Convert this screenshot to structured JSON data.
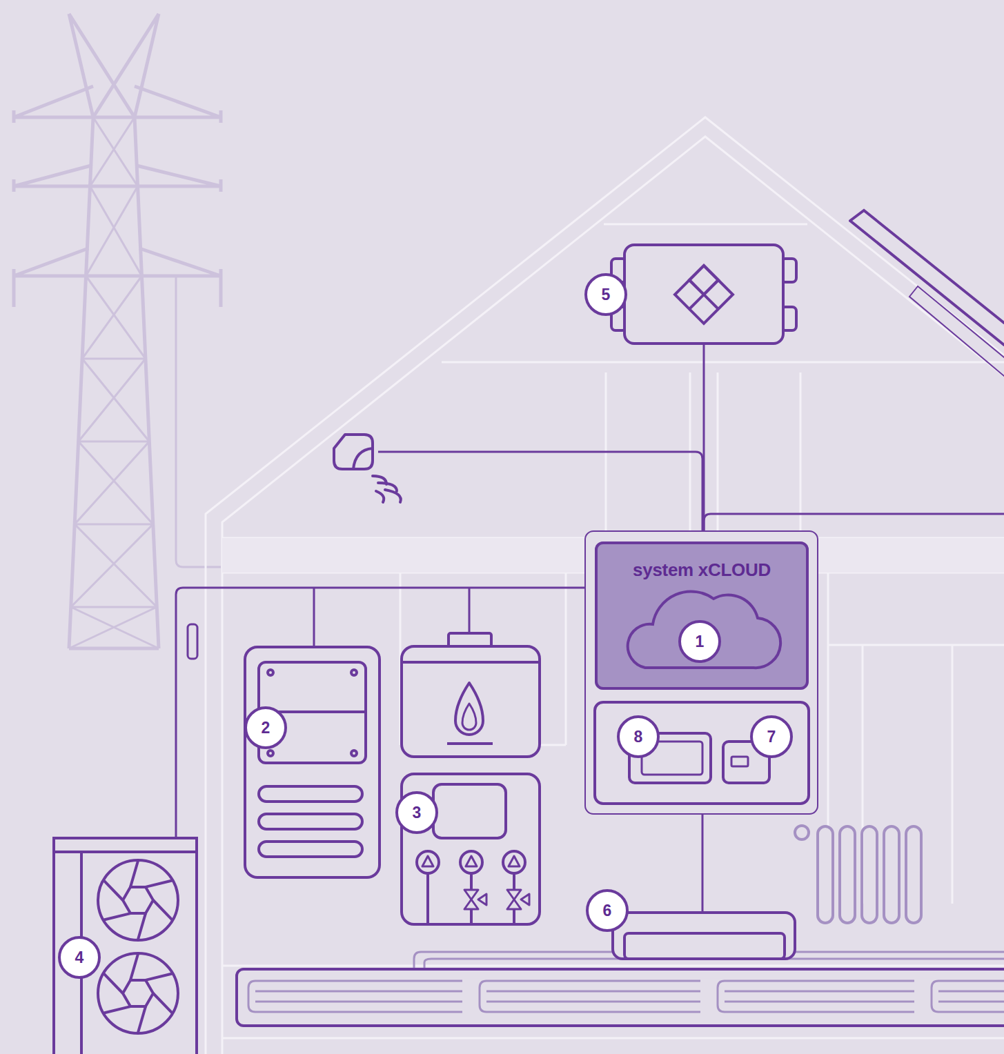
{
  "diagram": {
    "nodes": [
      {
        "text": [
          "system xCLOUD"
        ]
      }
    ],
    "labels": [
      "5",
      "1",
      "2",
      "8",
      "7",
      "3",
      "6",
      "4"
    ]
  }
}
